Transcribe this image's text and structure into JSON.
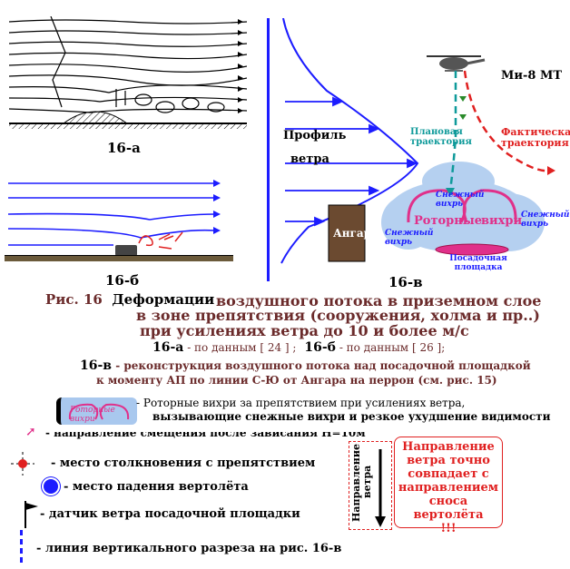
{
  "figures": {
    "a_label": "16-а",
    "b_label": "16-б",
    "c_label": "16-в"
  },
  "diagram_c": {
    "helicopter": "Ми-8 МТ",
    "planned": "Плановая траектория",
    "actual": "Фактическая траектория",
    "profile1": "Профиль",
    "profile2": "ветра",
    "hangar": "Ангар",
    "snow_vortex_top": "Снежный вихрь",
    "snow_vortex_right": "Снежный вихрь",
    "snow_vortex_left": "Снежный вихрь",
    "rotor1": "Роторные",
    "rotor2": "вихри",
    "pad": "Посадочная площадка"
  },
  "caption": {
    "fig": "Рис. 16",
    "deform": "Деформации",
    "line1": "воздушного потока в приземном слое",
    "line2": "в зоне препятствия (сооружения, холма и пр..)",
    "line3": "при усилениях ветра до 10 и более м/с",
    "a_ref_label": "16-а",
    "a_ref": " - по данным [ 24 ] ;",
    "b_ref_label": "16-б",
    "b_ref": " - по данным [ 26 ];",
    "c_ref_label": "16-в",
    "c_ref1": " - реконструкция воздушного потока над посадочной площадкой",
    "c_ref2": "к моменту АП по линии С-Ю от Ангара на перрон (см. рис. 15)"
  },
  "legend": {
    "rotor_icon": "Роторные вихри",
    "rotor_text1": "- Роторные вихри за препятствием при усилениях ветра,",
    "rotor_text2": "вызывающие снежные вихри и резкое ухудшение видимости",
    "shift": "- направление смещения после зависания Н=10м",
    "collision": "- место столкновения с препятствием",
    "fall": "- место падения вертолёта",
    "sensor": "- датчик ветра посадочной площадки",
    "section": "- линия вертикального разреза на рис. 16-в",
    "wind_dir1": "Направление",
    "wind_dir2": "ветра",
    "note1": "Направление",
    "note2": "ветра точно",
    "note3": "совпадает с",
    "note4": "направлением",
    "note5": "сноса вертолёта",
    "note6": "!!!"
  },
  "colors": {
    "blue": "#1c1cff",
    "magenta": "#e0308a",
    "teal": "#0f9a9a",
    "red": "#e02020",
    "brown": "#6b2b2b",
    "snow": "#a9c8ee"
  }
}
